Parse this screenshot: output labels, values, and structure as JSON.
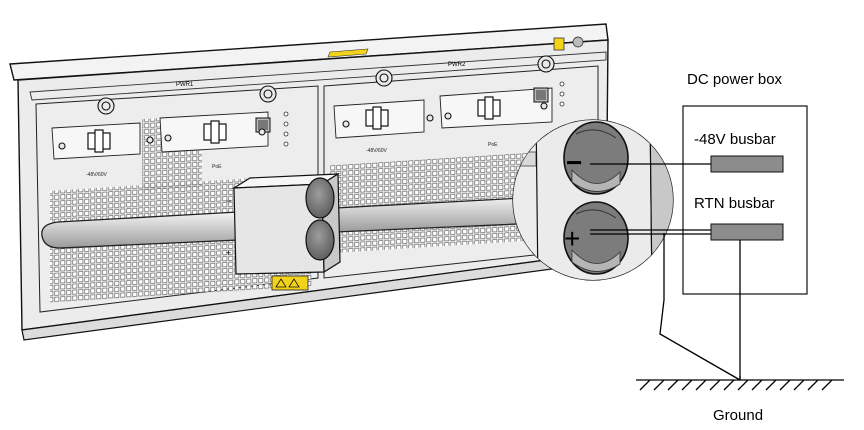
{
  "labels": {
    "dc_power_box": "DC power box",
    "neg48v_busbar": "-48V busbar",
    "rtn_busbar": "RTN busbar",
    "ground": "Ground",
    "pwr1": "PWR1",
    "pwr2": "PWR2"
  },
  "symbols": {
    "minus": "−",
    "plus": "+"
  },
  "colors": {
    "chassis": "#ececec",
    "busbar": "#8c8c8c",
    "warning": "#f2d31a",
    "line": "#000000"
  },
  "icons": [
    "screw-icon",
    "switch-icon",
    "led-icon",
    "warning-label-icon",
    "ground-symbol-icon"
  ]
}
